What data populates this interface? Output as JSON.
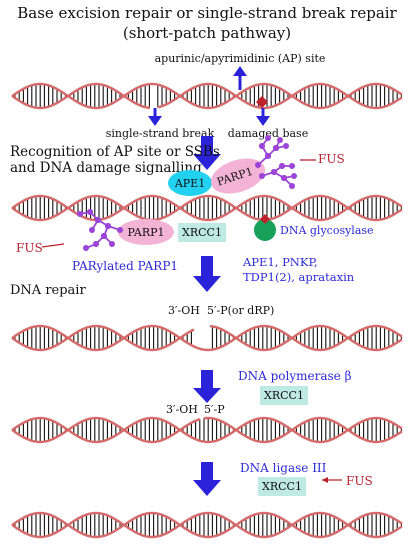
{
  "title_line1": "Base excision repair or single-strand break repair",
  "title_line2": "(short-patch pathway)",
  "ap_site_label": "apurinic/apyrimidinic (AP) site",
  "ssb_label": "single-strand  break",
  "damaged_base_label": "damaged base",
  "recognition_line1": "Recognition of AP site or SSBs",
  "recognition_line2": "and DNA damage signalling",
  "ape1_label": "APE1",
  "parp1_label": "PARP1",
  "fus_label": "FUS",
  "xrcc1_label": "XRCC1",
  "glycosylase_label": "DNA glycosylase",
  "parylated_label": "PARylated PARP1",
  "step1_enzymes": [
    "APE1, PNKP,",
    "TDP1(2), aprataxin"
  ],
  "dna_repair_label": "DNA repair",
  "oh3_label": "3′-OH",
  "p5_dRP_label": "5′-P(or dRP)",
  "polymerase_label": "DNA polymerase β",
  "p5_label": "5′-P",
  "ligase_label": "DNA ligase III",
  "colors": {
    "arrow": "#2b23d9",
    "strand": "#d66a6a",
    "rung": "#111111",
    "xrcc1_box": "#bfe9e3",
    "pink_bubble": "#f2b3d6",
    "ape1": "#22d0f0",
    "glycosylase": "#16a05a",
    "par_chain": "#9c44d8",
    "fus": "#b8232d",
    "damage": "#c0202a"
  }
}
